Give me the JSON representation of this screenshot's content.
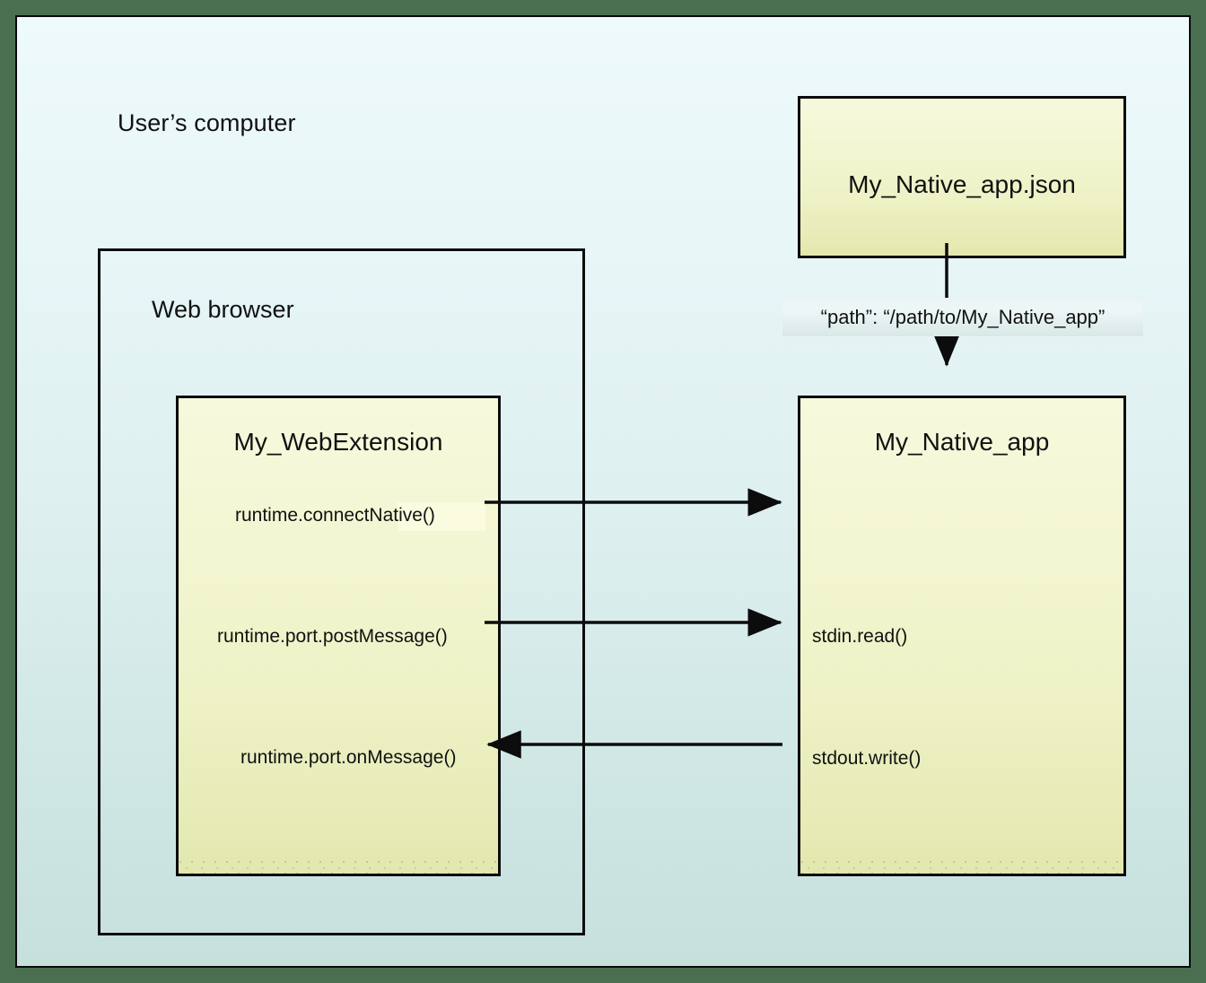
{
  "diagram": {
    "outer_label": "User’s computer",
    "browser_label": "Web browser",
    "boxes": {
      "json_manifest": "My_Native_app.json",
      "web_extension": "My_WebExtension",
      "native_app": "My_Native_app"
    },
    "path_label": "“path”: “/path/to/My_Native_app”",
    "api_calls": {
      "connect_native": "runtime.connectNative()",
      "post_message": "runtime.port.postMessage()",
      "on_message": "runtime.port.onMessage()",
      "stdin_read": "stdin.read()",
      "stdout_write": "stdout.write()"
    },
    "colors": {
      "outer_frame": "#4a6e50",
      "panel_top": "#eefafb",
      "panel_bottom": "#c6e0dd",
      "box_fill_top": "#f7f9dd",
      "box_fill_bottom": "#e2e7ae",
      "stroke": "#0c0c0c",
      "highlight": "#fbfbe0"
    }
  }
}
